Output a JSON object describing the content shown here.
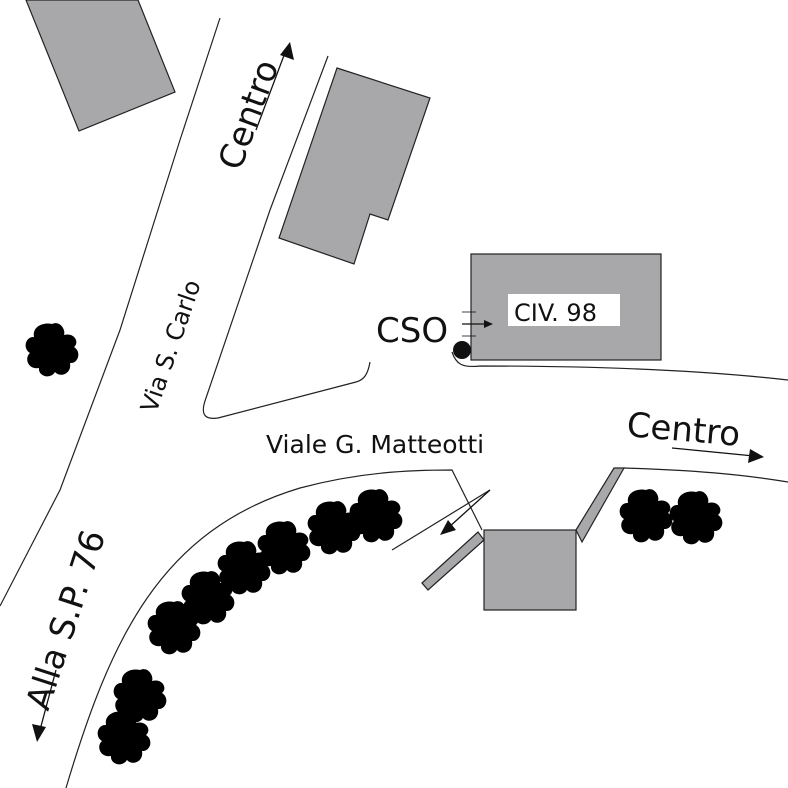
{
  "map": {
    "labels": {
      "street_san_carlo": "Via S. Carlo",
      "street_matteotti": "Viale G. Matteotti",
      "direction_centro_top": "Centro",
      "direction_centro_right": "Centro",
      "direction_sp76": "Alla S.P. 76",
      "marker_cso": "CSO",
      "house_number": "CIV. 98"
    },
    "colors": {
      "building_fill": "#a8a8aa",
      "road_line": "#222222",
      "tree_outline": "#2fa84a",
      "marker": "#111111"
    },
    "icons": {
      "marker": "location-dot-icon",
      "tree": "tree-icon",
      "direction": "arrow-icon"
    }
  }
}
